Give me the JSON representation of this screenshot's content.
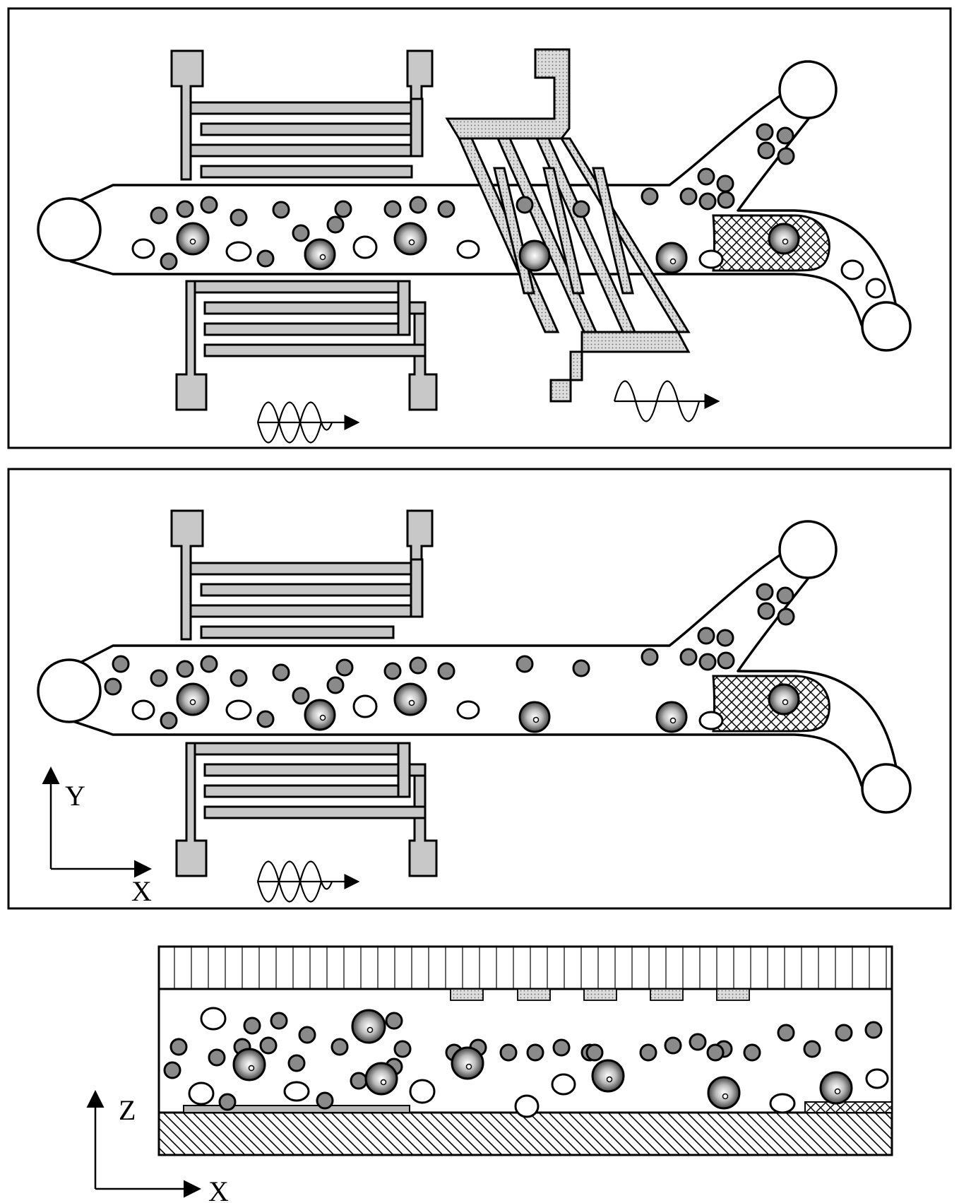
{
  "axes": {
    "panel2": {
      "vertical": "Y",
      "horizontal": "X"
    },
    "panel3": {
      "vertical": "Z",
      "horizontal": "X"
    }
  },
  "colors": {
    "stroke": "#000000",
    "electrode": "#c8c8c8",
    "dotted_electrode": "#d8d8d8",
    "small_particle": "#8a8a8a",
    "hatched_block": "#ffffff"
  }
}
